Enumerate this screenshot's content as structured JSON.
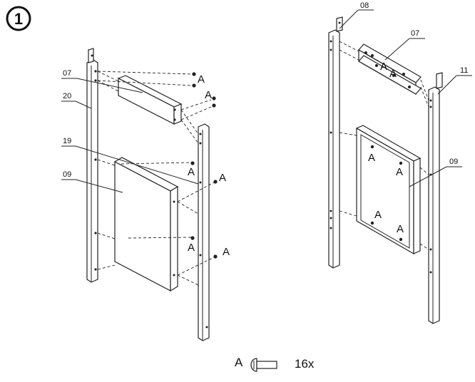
{
  "step": {
    "number": "1"
  },
  "parts": {
    "left": {
      "beam": "07",
      "post": "20",
      "rail": "19",
      "panel": "09"
    },
    "right": {
      "post_top": "08",
      "beam": "07",
      "post": "11",
      "panel": "09"
    }
  },
  "hardware": {
    "letter": "A",
    "quantity": "16x",
    "icon": "bolt-icon"
  },
  "colors": {
    "line": "#222222",
    "background": "#ffffff"
  }
}
